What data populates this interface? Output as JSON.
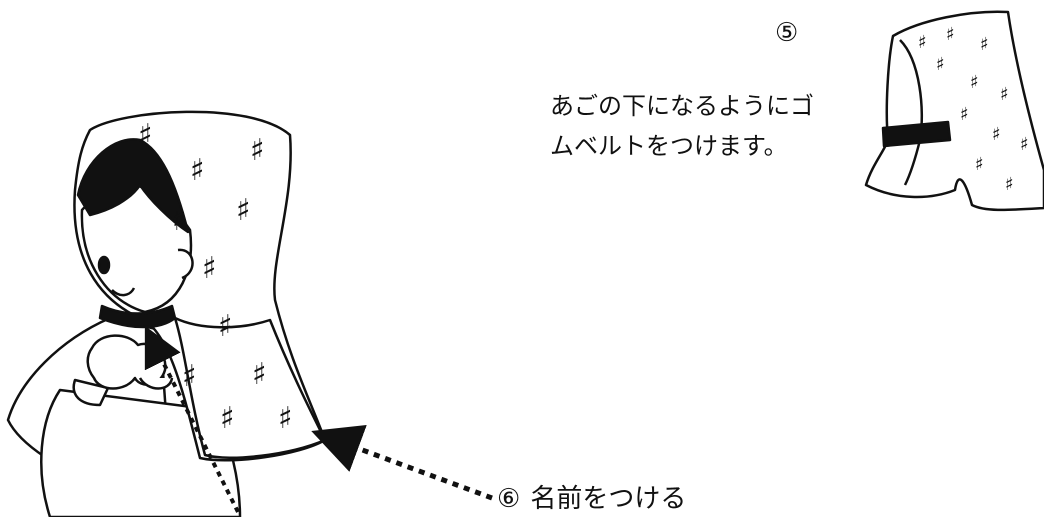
{
  "step5": {
    "number": "⑤",
    "text": "あごの下になるようにゴムベルトをつけます。"
  },
  "step6": {
    "number": "⑥",
    "label": "名前をつける"
  },
  "fabric_pattern_glyph": "♯",
  "colors": {
    "ink": "#111111",
    "paper": "#ffffff"
  }
}
